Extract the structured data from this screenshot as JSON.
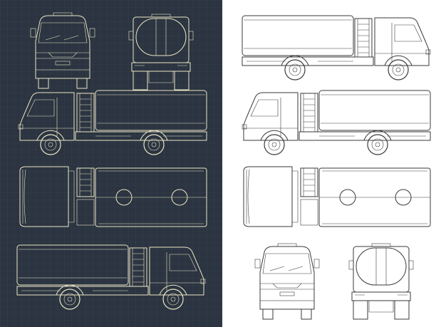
{
  "colors": {
    "blueprint_bg": "#2b3440",
    "blueprint_grid": "#3c4756",
    "blueprint_line": "#ece6c6",
    "blueprint_accent": "#c9b88e",
    "paper_bg": "#ffffff",
    "paper_line": "#3a3a3a"
  },
  "views": [
    "front",
    "rear",
    "side-left",
    "top",
    "side-right"
  ]
}
